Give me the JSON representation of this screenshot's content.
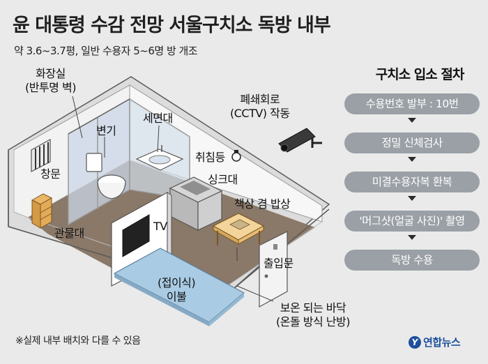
{
  "header": {
    "title": "윤 대통령 수감 전망 서울구치소 독방 내부",
    "subtitle": "약 3.6~3.7평, 일반 수용자 5~6명 방 개조"
  },
  "labels": {
    "restroom_line1": "화장실",
    "restroom_line2": "(반투명 벽)",
    "toilet": "변기",
    "washbasin": "세면대",
    "cctv_line1": "폐쇄회로",
    "cctv_line2": "(CCTV) 작동",
    "sleep_light": "취침등",
    "sink": "싱크대",
    "window": "창문",
    "desk": "책상 겸 밥상",
    "storage": "관물대",
    "tv": "TV",
    "entrance": "출입문",
    "bedding_line1": "(접이식)",
    "bedding_line2": "이불",
    "floor_line1": "보온 되는 바닥",
    "floor_line2": "(온돌 방식 난방)"
  },
  "procedure": {
    "title": "구치소 입소 절차",
    "steps": [
      "수용번호 발부 : 10번",
      "정밀 신체검사",
      "미결수용자복 환복",
      "'머그샷(얼굴 사진)' 촬영",
      "독방 수용"
    ]
  },
  "footnote": "※실제 내부 배치와 다를 수 있음",
  "logo": {
    "text": "연합뉴스",
    "mark": "Y"
  },
  "colors": {
    "background": "#eaeaea",
    "step_fill": "#9aa0a6",
    "floor": "#8a7868",
    "wall": "#ffffff",
    "glass": "#c9d6e6",
    "bedding": "#a9cbe3",
    "logo": "#1d4f9c"
  },
  "icons": [
    "cctv-camera-icon",
    "lightbulb-icon",
    "window-bars-icon"
  ]
}
